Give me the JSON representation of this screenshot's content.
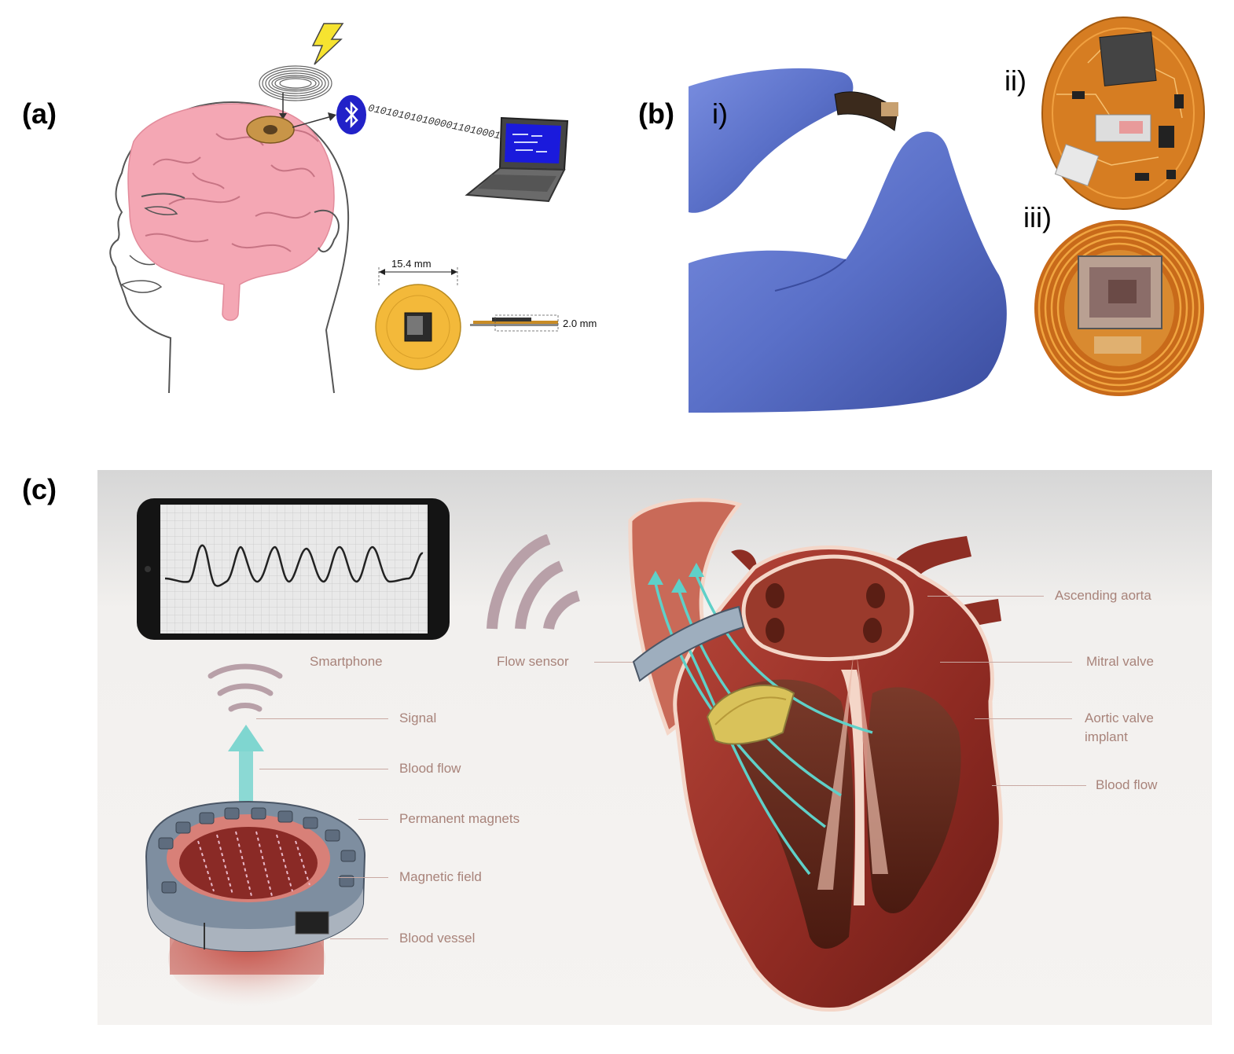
{
  "panel_a": {
    "label": "(a)",
    "binary_stream": "010101010100001101000110",
    "width_dimension": "15.4 mm",
    "thickness_dimension": "2.0 mm"
  },
  "panel_b": {
    "label": "(b)",
    "sub_i": "i)",
    "sub_ii": "ii)",
    "sub_iii": "iii)"
  },
  "panel_c": {
    "label": "(c)",
    "left_labels": {
      "smartphone": "Smartphone",
      "signal": "Signal",
      "blood_flow": "Blood flow",
      "permanent_magnets": "Permanent magnets",
      "magnetic_field": "Magnetic field",
      "blood_vessel": "Blood vessel"
    },
    "center_label": "Flow sensor",
    "right_labels": {
      "ascending_aorta": "Ascending aorta",
      "mitral_valve": "Mitral valve",
      "aortic_valve_line1": "Aortic valve",
      "aortic_valve_line2": "implant",
      "blood_flow": "Blood flow"
    }
  },
  "colors": {
    "brain": "#f4a7b4",
    "implant_gold": "#f3b93a",
    "glove": "#5e74c8",
    "pcb": "#e08a2a",
    "heart": "#8e2a22",
    "flow": "#5fd0c8",
    "label_text": "#a8837a"
  }
}
